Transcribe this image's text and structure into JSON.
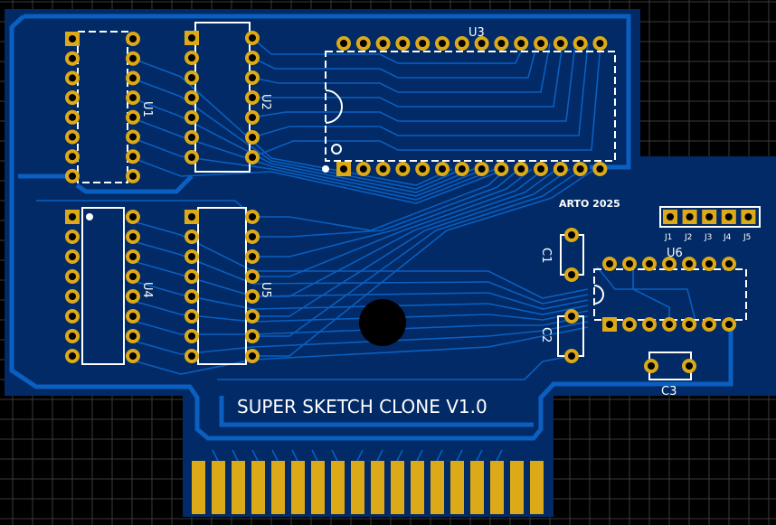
{
  "board": {
    "title": "SUPER SKETCH CLONE V1.0",
    "author": "ARTO 2025",
    "colors": {
      "background": "#000000",
      "grid": "#3a3a3a",
      "substrate": "#012a66",
      "copper": "#0a5fc0",
      "pad": "#dcaa18",
      "silk": "#ffffff"
    }
  },
  "components": {
    "U1": {
      "label": "U1",
      "pins": 16
    },
    "U2": {
      "label": "U2",
      "pins": 14
    },
    "U3": {
      "label": "U3",
      "pins": 28
    },
    "U4": {
      "label": "U4",
      "pins": 16
    },
    "U5": {
      "label": "U5",
      "pins": 16
    },
    "U6": {
      "label": "U6",
      "pins": 14
    },
    "C1": {
      "label": "C1"
    },
    "C2": {
      "label": "C2"
    },
    "C3": {
      "label": "C3"
    }
  },
  "jumpers": [
    "J1",
    "J2",
    "J3",
    "J4",
    "J5"
  ],
  "edge_connector": {
    "fingers": 18
  }
}
